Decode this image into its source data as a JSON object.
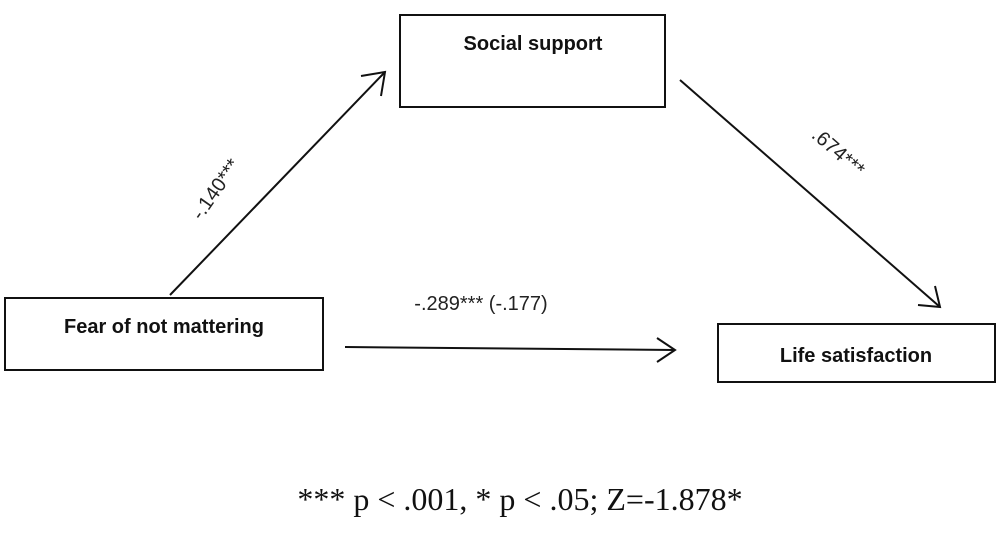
{
  "nodes": {
    "social_support": "Social support",
    "fear_of_not_mattering": "Fear of not mattering",
    "life_satisfaction": "Life satisfaction"
  },
  "paths": {
    "a_path": "-.140***",
    "b_path": ".674***",
    "c_path": "-.289*** (-.177)"
  },
  "footnote": "*** p < .001, * p < .05; Z=-1.878*"
}
